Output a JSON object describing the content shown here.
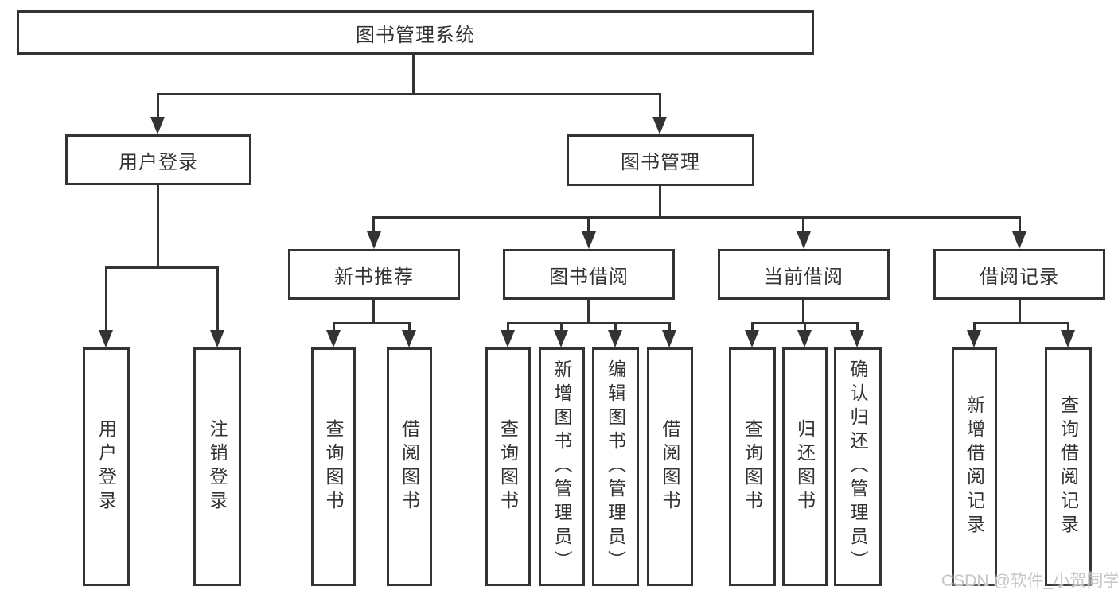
{
  "diagram_title": "图书管理系统",
  "tree": {
    "label": "图书管理系统",
    "children": [
      {
        "label": "用户登录",
        "children": [
          {
            "label": "用户登录"
          },
          {
            "label": "注销登录"
          }
        ]
      },
      {
        "label": "图书管理",
        "children": [
          {
            "label": "新书推荐",
            "children": [
              {
                "label": "查询图书"
              },
              {
                "label": "借阅图书"
              }
            ]
          },
          {
            "label": "图书借阅",
            "children": [
              {
                "label": "查询图书"
              },
              {
                "label": "新增图书（管理员）"
              },
              {
                "label": "编辑图书（管理员）"
              },
              {
                "label": "借阅图书"
              }
            ]
          },
          {
            "label": "当前借阅",
            "children": [
              {
                "label": "查询图书"
              },
              {
                "label": "归还图书"
              },
              {
                "label": "确认归还（管理员）"
              }
            ]
          },
          {
            "label": "借阅记录",
            "children": [
              {
                "label": "新增借阅记录"
              },
              {
                "label": "查询借阅记录"
              }
            ]
          }
        ]
      }
    ]
  },
  "watermark": {
    "text": "CSDN @软件_小贺同学"
  },
  "colors": {
    "line": "#333333",
    "box_border": "#333333",
    "box_fill": "#ffffff",
    "text": "#333333",
    "watermark": "#c6c6c6",
    "background": "#ffffff"
  }
}
